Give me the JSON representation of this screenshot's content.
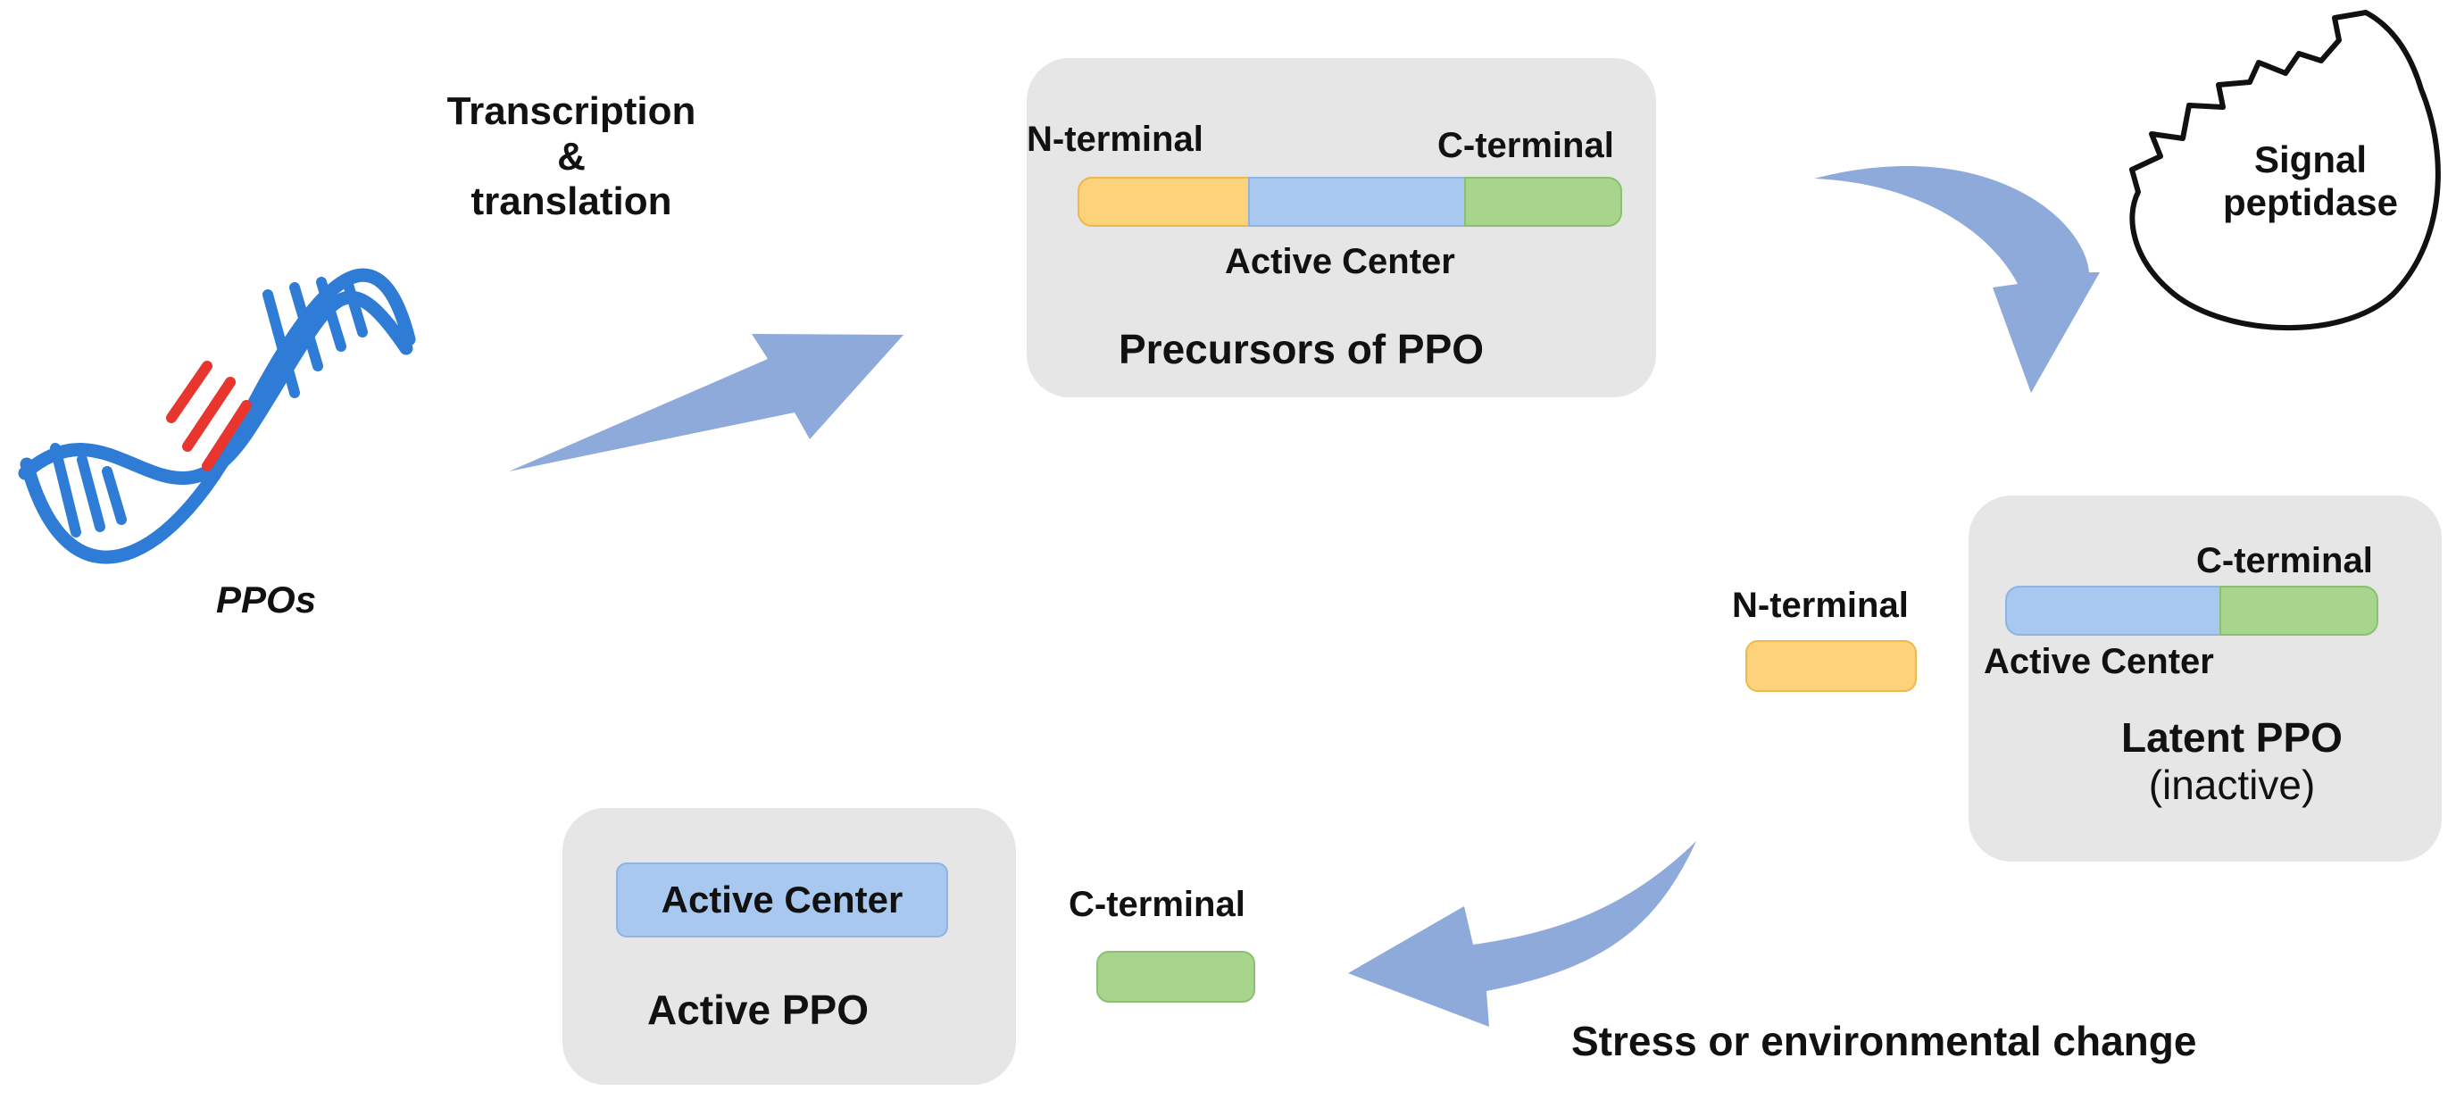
{
  "gene": {
    "label": "PPOs"
  },
  "step1": {
    "line1": "Transcription",
    "line2": "&",
    "line3": "translation"
  },
  "precursor": {
    "n_terminal": "N-terminal",
    "c_terminal": "C-terminal",
    "active_center": "Active Center",
    "title": "Precursors of PPO"
  },
  "signal_peptidase": {
    "line1": "Signal",
    "line2": "peptidase"
  },
  "latent": {
    "n_terminal": "N-terminal",
    "c_terminal": "C-terminal",
    "active_center": "Active Center",
    "title_line1": "Latent PPO",
    "title_line2": "(inactive)"
  },
  "active": {
    "active_center": "Active Center",
    "c_terminal": "C-terminal",
    "title": "Active PPO"
  },
  "trigger": {
    "label": "Stress or environmental change"
  },
  "colors": {
    "n_terminal": "#fcd27a",
    "active_center": "#a9c8ef",
    "c_terminal": "#a8d58e",
    "arrow": "#8eaadb",
    "dna_blue": "#2e7cd6",
    "dna_red": "#e8352e",
    "box": "#e6e6e6"
  }
}
